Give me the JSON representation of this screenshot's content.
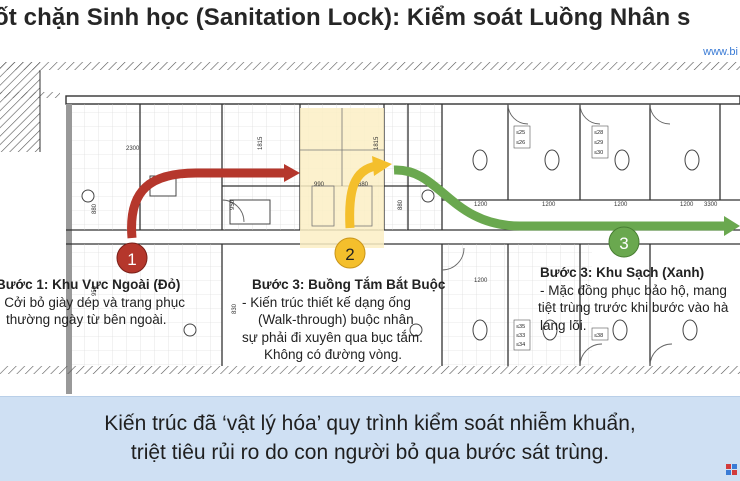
{
  "title": "ốt chặn Sinh học (Sanitation Lock): Kiểm soát Luồng Nhân s",
  "watermark": "www.bi",
  "markers": [
    "1",
    "2",
    "3"
  ],
  "dimensions": [
    "2300",
    "1815",
    "1815",
    "990",
    "680",
    "1200",
    "1200",
    "1200",
    "1200",
    "3300",
    "1200",
    "950",
    "880",
    "950",
    "830",
    "880"
  ],
  "room_tags": [
    "≤25",
    "≤26",
    "≤28",
    "≤29",
    "≤30",
    "≤35",
    "≤33",
    "≤34",
    "≤38"
  ],
  "steps": [
    {
      "heading": "Bước 1: Khu Vực Ngoài (Đỏ)",
      "lines": [
        "- Cởi bỏ giày dép và trang phục",
        "thường ngày từ bên ngoài."
      ]
    },
    {
      "heading": "Bước 3: Buồng Tắm Bắt Buộc",
      "lines": [
        "- Kiến trúc thiết kế dạng ống",
        "(Walk-through) buộc nhân",
        "sự phải đi xuyên qua bục tắm.",
        "Không có đường vòng."
      ]
    },
    {
      "heading": "Bước 3: Khu Sạch (Xanh)",
      "lines": [
        "- Mặc đồng phục bảo hộ, mang",
        "tiệt trùng trước khi bước vào hà",
        "lang lõi."
      ]
    }
  ],
  "banner": {
    "line1": "Kiến trúc đã ‘vật lý hóa’ quy trình kiểm soát nhiễm khuẩn,",
    "line2": "triệt tiêu rủi ro do con người bỏ qua bước sát trùng."
  },
  "colors": {
    "red": "#b5372c",
    "yellow": "#f4bf2c",
    "green": "#6aa84f",
    "banner": "#cfe0f3",
    "shower_zone": "#fbeec4"
  }
}
